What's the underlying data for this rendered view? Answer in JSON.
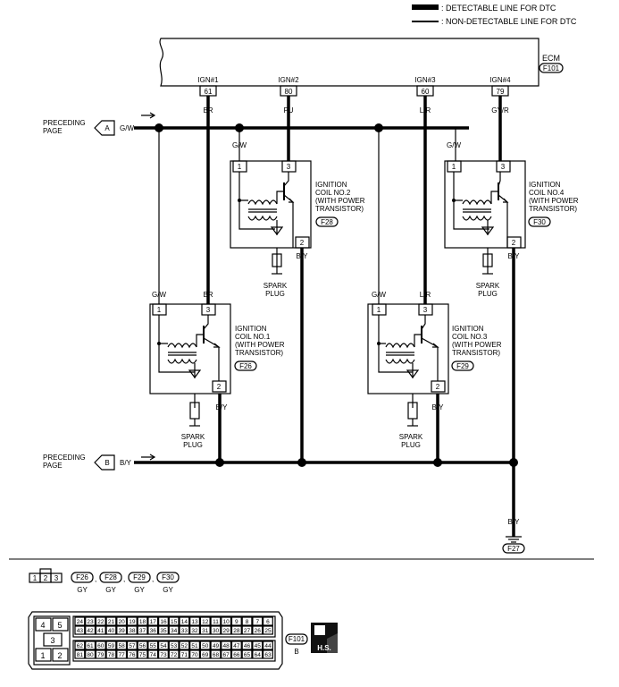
{
  "legend": {
    "detectable": ": DETECTABLE LINE FOR DTC",
    "non_detectable": ": NON-DETECTABLE LINE FOR DTC"
  },
  "ecm": {
    "name": "ECM",
    "connector": "F101",
    "pins": [
      {
        "label": "IGN#1",
        "num": "61",
        "wire": "BR"
      },
      {
        "label": "IGN#2",
        "num": "80",
        "wire": "PU"
      },
      {
        "label": "IGN#3",
        "num": "60",
        "wire": "L/R"
      },
      {
        "label": "IGN#4",
        "num": "79",
        "wire": "GY/R"
      }
    ]
  },
  "preceding": {
    "a_text": "PRECEDING\nPAGE",
    "a_letter": "A",
    "a_wire": "G/W",
    "b_text": "PRECEDING\nPAGE",
    "b_letter": "B",
    "b_wire": "B/Y"
  },
  "coils": [
    {
      "title": [
        "IGNITION",
        "COIL NO.1",
        "(WITH POWER",
        "TRANSISTOR)"
      ],
      "connector": "F26",
      "pin1": "1",
      "pin2": "2",
      "pin3": "3",
      "wire1": "G/W",
      "wire3": "BR",
      "wire2": "B/Y",
      "plug": [
        "SPARK",
        "PLUG"
      ]
    },
    {
      "title": [
        "IGNITION",
        "COIL NO.2",
        "(WITH POWER",
        "TRANSISTOR)"
      ],
      "connector": "F28",
      "pin1": "1",
      "pin2": "2",
      "pin3": "3",
      "wire1": "G/W",
      "wire3": "PU",
      "wire2": "B/Y",
      "plug": [
        "SPARK",
        "PLUG"
      ]
    },
    {
      "title": [
        "IGNITION",
        "COIL NO.3",
        "(WITH POWER",
        "TRANSISTOR)"
      ],
      "connector": "F29",
      "pin1": "1",
      "pin2": "2",
      "pin3": "3",
      "wire1": "G/W",
      "wire3": "L/R",
      "wire2": "B/Y",
      "plug": [
        "SPARK",
        "PLUG"
      ]
    },
    {
      "title": [
        "IGNITION",
        "COIL NO.4",
        "(WITH POWER",
        "TRANSISTOR)"
      ],
      "connector": "F30",
      "pin1": "1",
      "pin2": "2",
      "pin3": "3",
      "wire1": "G/W",
      "wire3": "GY/R",
      "wire2": "B/Y",
      "plug": [
        "SPARK",
        "PLUG"
      ]
    }
  ],
  "ground": {
    "wire": "B/Y",
    "connector": "F27"
  },
  "connectors_legend": {
    "pins": [
      "1",
      "2",
      "3"
    ],
    "items": [
      {
        "id": "F26",
        "color": "GY"
      },
      {
        "id": "F28",
        "color": "GY"
      },
      {
        "id": "F29",
        "color": "GY"
      },
      {
        "id": "F30",
        "color": "GY"
      }
    ],
    "sep": ","
  },
  "ecm_connector": {
    "id": "F101",
    "color": "B",
    "hs_label": "H.S.",
    "left_pins": [
      "4",
      "5",
      "3",
      "1",
      "2"
    ],
    "row1": [
      "24",
      "23",
      "22",
      "21",
      "20",
      "19",
      "18",
      "17",
      "16",
      "15",
      "14",
      "13",
      "12",
      "11",
      "10",
      "9",
      "8",
      "7",
      "6"
    ],
    "row2": [
      "43",
      "42",
      "41",
      "40",
      "39",
      "38",
      "37",
      "36",
      "35",
      "34",
      "33",
      "32",
      "31",
      "30",
      "29",
      "28",
      "27",
      "26",
      "25"
    ],
    "row3": [
      "62",
      "61",
      "60",
      "59",
      "58",
      "57",
      "56",
      "55",
      "54",
      "53",
      "52",
      "51",
      "50",
      "49",
      "48",
      "47",
      "46",
      "45",
      "44"
    ],
    "row4": [
      "81",
      "80",
      "79",
      "78",
      "77",
      "76",
      "75",
      "74",
      "73",
      "72",
      "71",
      "70",
      "69",
      "68",
      "67",
      "66",
      "65",
      "64",
      "63"
    ]
  }
}
